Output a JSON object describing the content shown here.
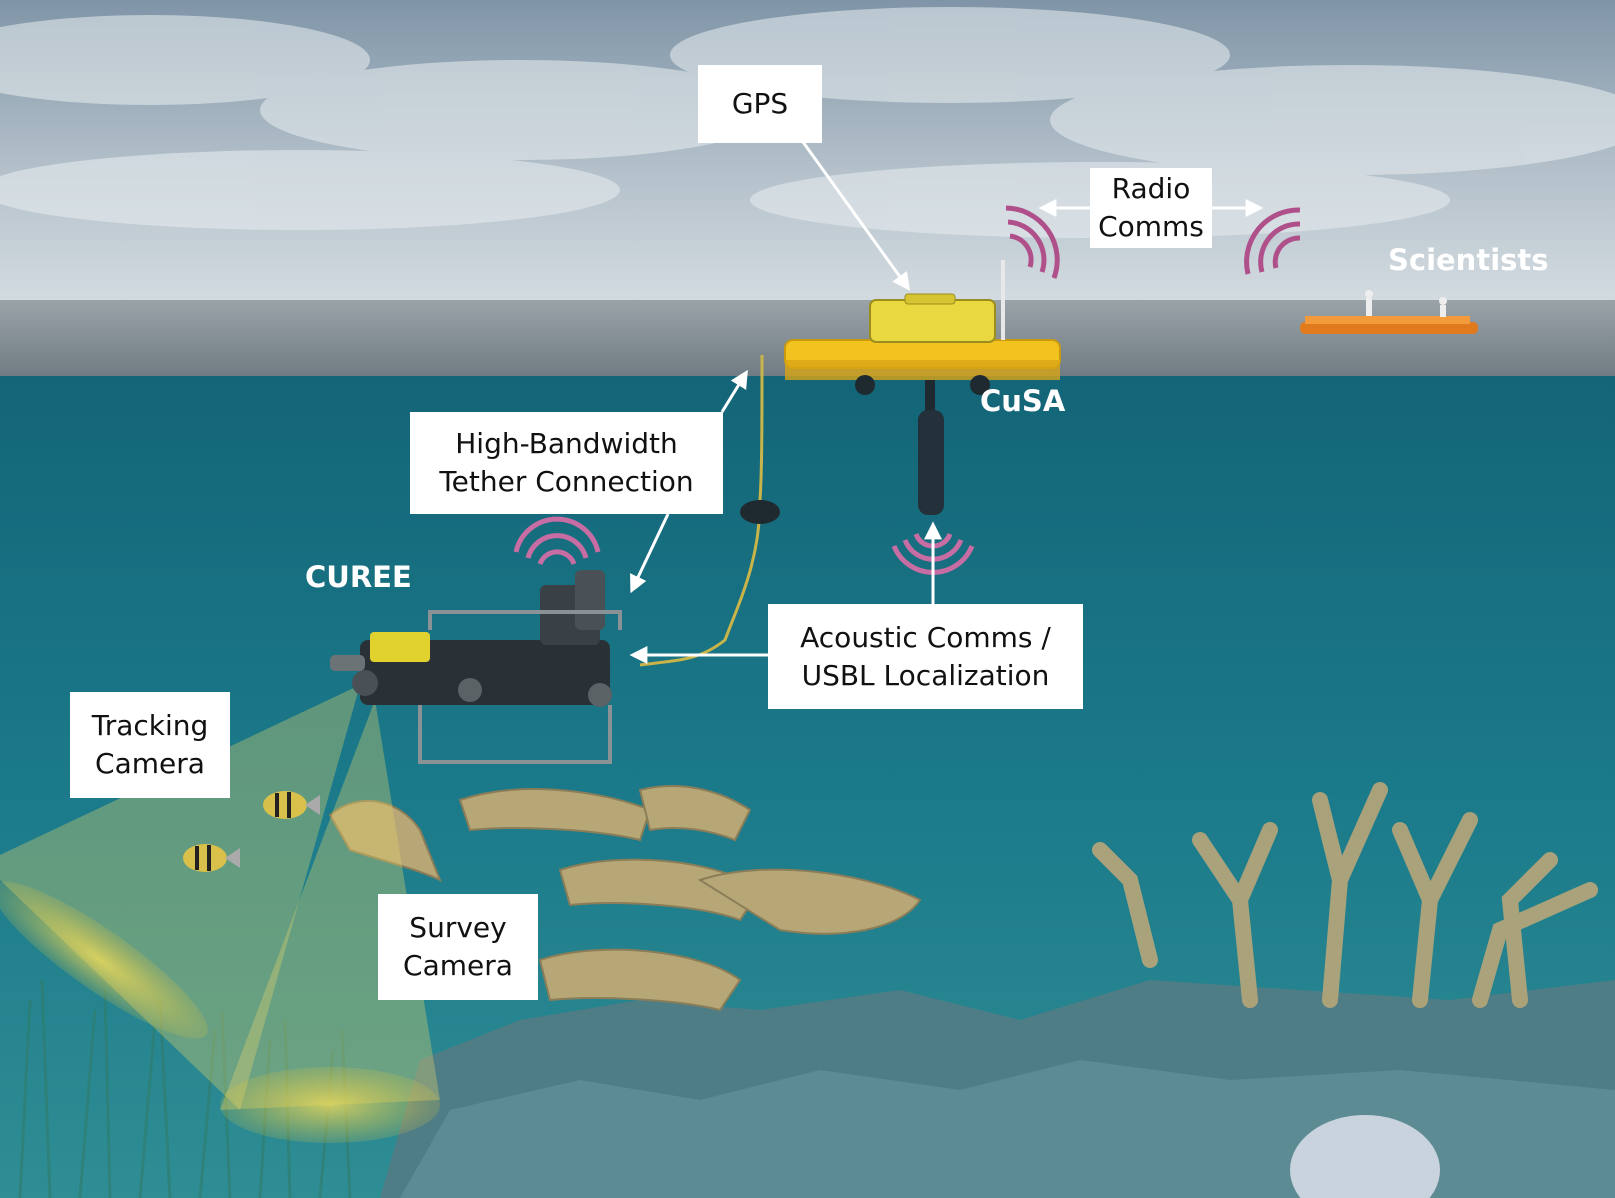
{
  "labels": {
    "gps": "GPS",
    "radio_comms": [
      "Radio",
      "Comms"
    ],
    "scientists": "Scientists",
    "cusa": "CuSA",
    "tether": [
      "High-Bandwidth",
      "Tether Connection"
    ],
    "curee": "CUREE",
    "acoustic": [
      "Acoustic Comms /",
      "USBL Localization"
    ],
    "tracking_camera": [
      "Tracking",
      "Camera"
    ],
    "survey_camera": [
      "Survey",
      "Camera"
    ]
  },
  "colors": {
    "sky_top": "#8fa3b3",
    "sky_bottom": "#c7d2d9",
    "surface": "#8a959b",
    "water_top": "#1a7a8c",
    "water_bottom": "#2a8a94",
    "signal": "#b0508a",
    "raft": "#f2c21f",
    "camera_cone": "#e6d36a",
    "label_bg": "#ffffff"
  }
}
